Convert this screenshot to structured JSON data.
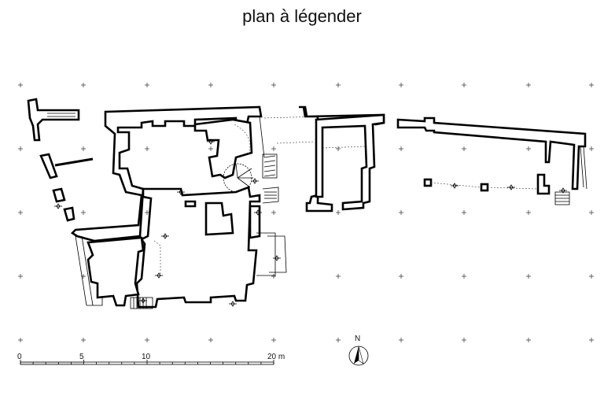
{
  "title": "plan à légender",
  "scale_bar": {
    "labels": [
      "0",
      "5",
      "10",
      "20 m"
    ]
  },
  "north_arrow": {
    "label": "N"
  }
}
